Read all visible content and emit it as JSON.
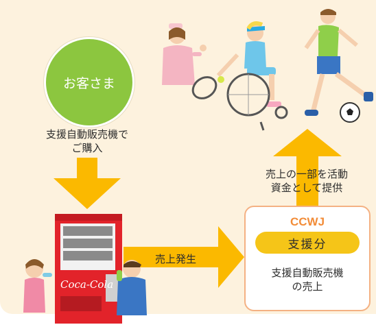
{
  "customer": {
    "label": "お客さま"
  },
  "purchase_label": {
    "line1": "支援自動販売機で",
    "line2": "ご購入"
  },
  "sales_label": "売上発生",
  "fund_label": {
    "line1": "売上の一部を活動",
    "line2": "資金として提供"
  },
  "ccwj": {
    "title": "CCWJ",
    "support": "支援分",
    "desc_line1": "支援自動販売機",
    "desc_line2": "の売上"
  },
  "vending_machine": {
    "brand": "Coca-Cola"
  },
  "colors": {
    "panel": "#fdf2de",
    "arrow": "#fbb900",
    "customer_circle": "#8cc63f",
    "ccwj_title": "#f28c38",
    "support_pill": "#f5c518",
    "machine_red": "#e2232a"
  }
}
